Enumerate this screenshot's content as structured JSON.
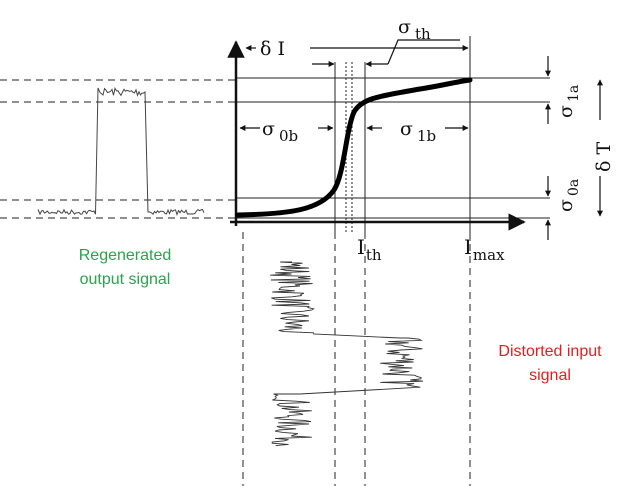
{
  "labels": {
    "delta_I": "δ I",
    "sigma_th": "σ",
    "sigma_th_sub": "th",
    "sigma_0b": "σ",
    "sigma_0b_sub": "0b",
    "sigma_1b": "σ",
    "sigma_1b_sub": "1b",
    "sigma_1a": "σ",
    "sigma_1a_sub": "1a",
    "sigma_0a": "σ",
    "sigma_0a_sub": "0a",
    "delta_T": "δ T",
    "I_th": "I",
    "I_th_sub": "th",
    "I_max": "I",
    "I_max_sub": "max"
  },
  "captions": {
    "regenerated_line1": "Regenerated",
    "regenerated_line2": "output signal",
    "distorted_line1": "Distorted input",
    "distorted_line2": "signal"
  },
  "colors": {
    "regenerated": "#2aa34a",
    "distorted": "#e02020",
    "ink": "#111111"
  }
}
